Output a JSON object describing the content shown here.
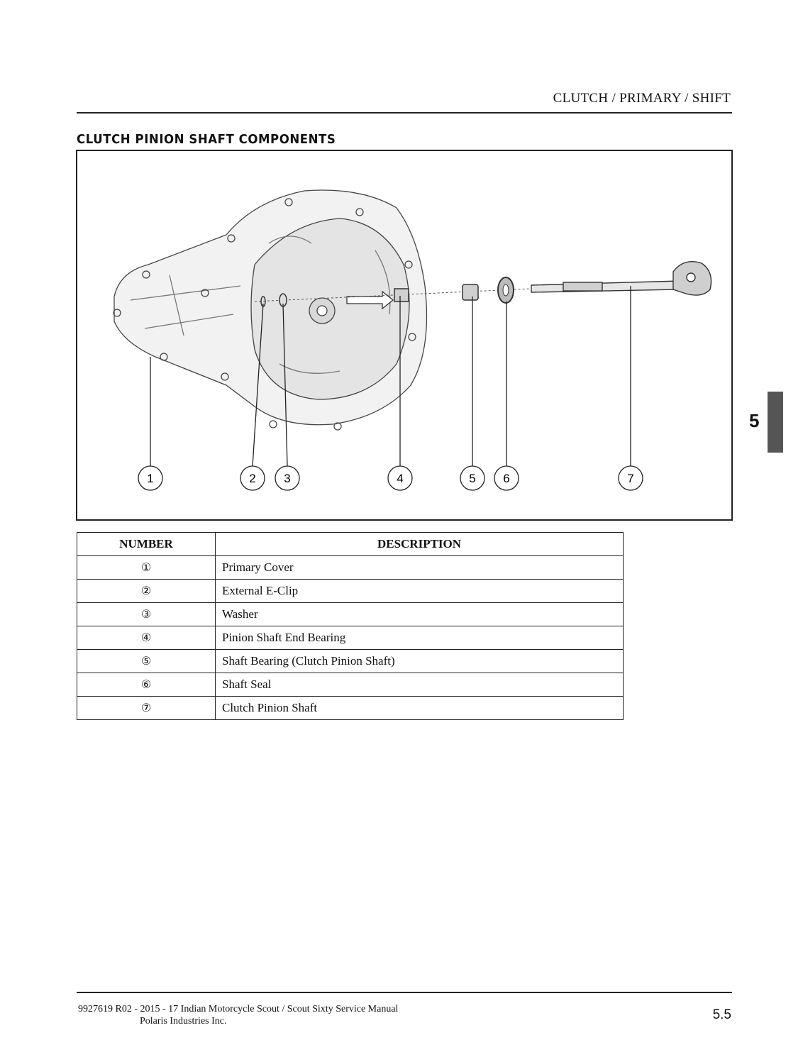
{
  "header": {
    "section": "CLUTCH / PRIMARY / SHIFT",
    "title": "CLUTCH PINION SHAFT COMPONENTS"
  },
  "figure": {
    "callouts": [
      "1",
      "2",
      "3",
      "4",
      "5",
      "6",
      "7"
    ]
  },
  "table": {
    "headers": {
      "number": "NUMBER",
      "description": "DESCRIPTION"
    },
    "rows": [
      {
        "number": "①",
        "description": "Primary Cover"
      },
      {
        "number": "②",
        "description": "External E-Clip"
      },
      {
        "number": "③",
        "description": "Washer"
      },
      {
        "number": "④",
        "description": "Pinion Shaft End Bearing"
      },
      {
        "number": "⑤",
        "description": "Shaft Bearing (Clutch Pinion Shaft)"
      },
      {
        "number": "⑥",
        "description": "Shaft Seal"
      },
      {
        "number": "⑦",
        "description": "Clutch Pinion Shaft"
      }
    ]
  },
  "chapter_tab": {
    "number": "5",
    "color": "#555555"
  },
  "footer": {
    "line1": "9927619 R02 - 2015 - 17 Indian Motorcycle Scout / Scout Sixty Service Manual",
    "line2": "Polaris Industries Inc.",
    "page": "5.5"
  }
}
